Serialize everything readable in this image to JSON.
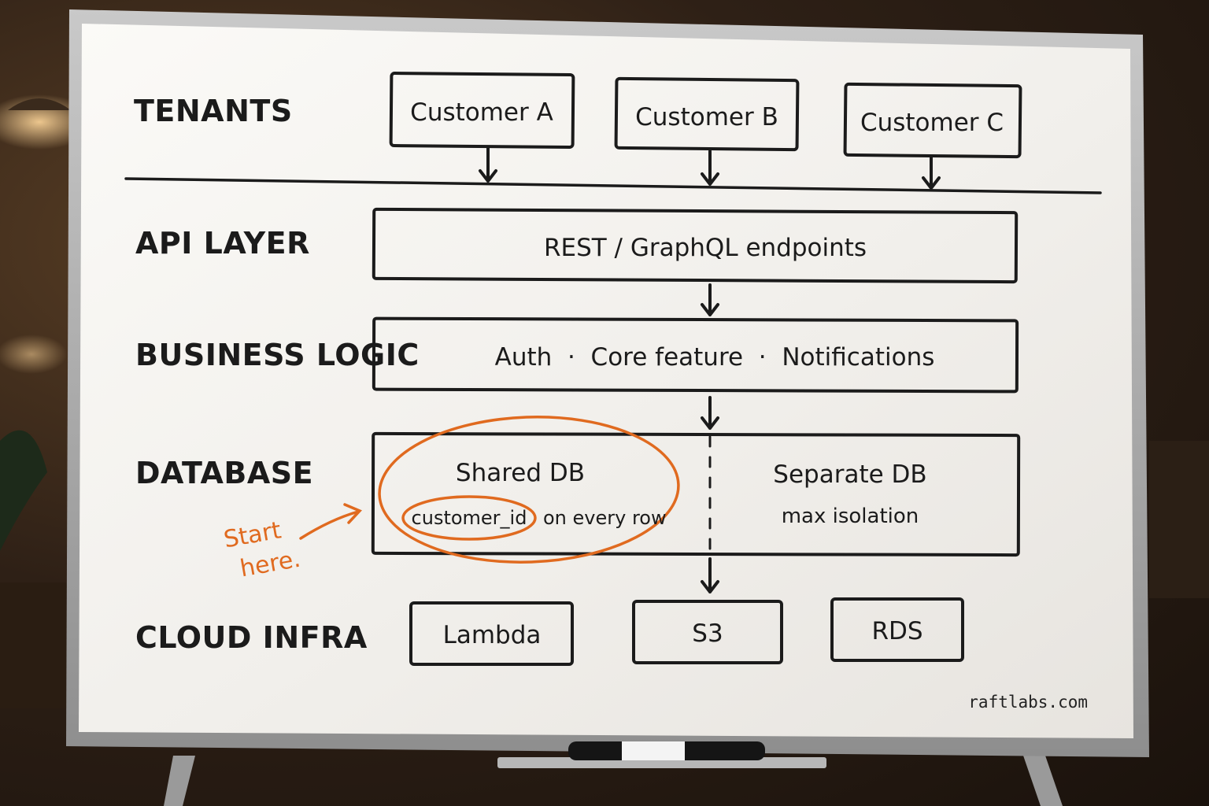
{
  "layers": {
    "tenants": "TENANTS",
    "api": "API LAYER",
    "business": "BUSINESS LOGIC",
    "database": "DATABASE",
    "cloud": "CLOUD INFRA"
  },
  "tenants": [
    "Customer A",
    "Customer B",
    "Customer C"
  ],
  "api_box": "REST / GraphQL endpoints",
  "business_box": "Auth  ·  Core feature  ·  Notifications",
  "database": {
    "shared_title": "Shared DB",
    "shared_key": "customer_id",
    "shared_rest": "on every row",
    "separate_title": "Separate DB",
    "separate_sub": "max isolation"
  },
  "annotation": {
    "line1": "Start",
    "line2": "here."
  },
  "cloud": [
    "Lambda",
    "S3",
    "RDS"
  ],
  "footer": "raftlabs.com",
  "colors": {
    "ink": "#1b1b1b",
    "highlight": "#e06a1f",
    "board": "#f4f2ee"
  }
}
